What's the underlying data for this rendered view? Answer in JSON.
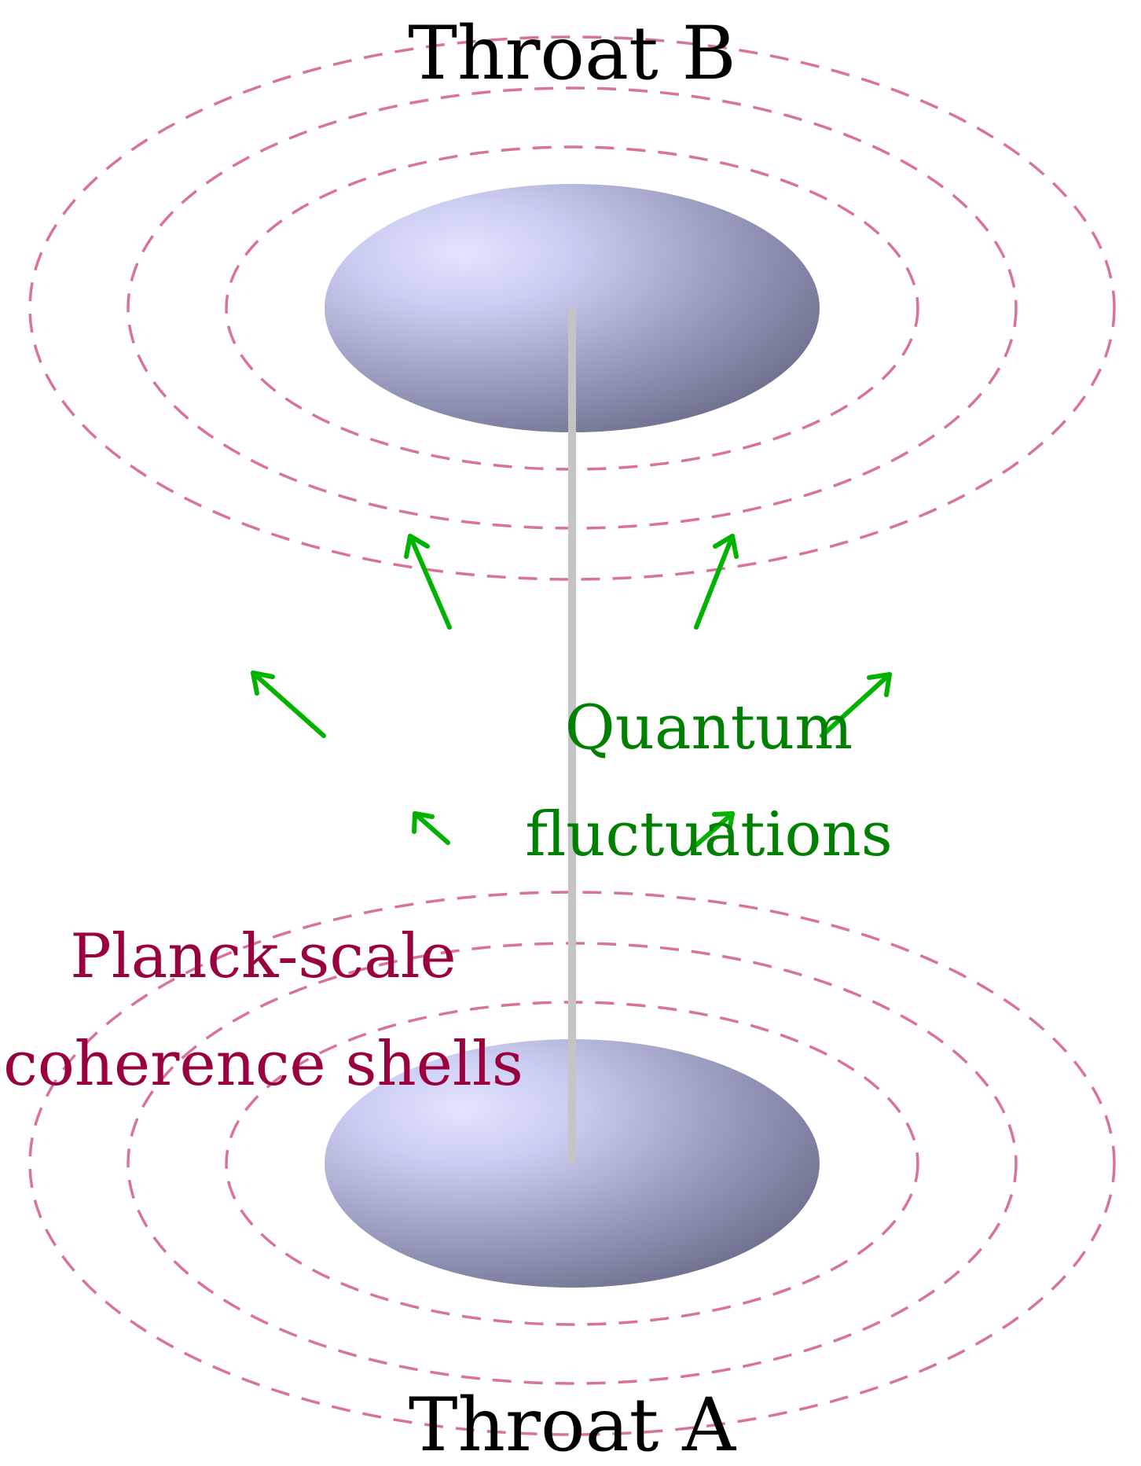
{
  "labels": {
    "throat_top": "Throat B",
    "throat_bottom": "Throat A",
    "quantum_line1": "Quantum",
    "quantum_line2": "fluctuations",
    "planck_line1": "Planck-scale",
    "planck_line2": "coherence shells"
  },
  "colors": {
    "shell": "#d97399",
    "arrow": "#00b300",
    "quantum_text": "#008000",
    "planck_text": "#99003d",
    "throat_highlight": "#dfe0ff",
    "throat_mid": "#a9accd",
    "throat_shadow": "#6e7090",
    "bridge": "#c4c4c4",
    "text": "#000000"
  },
  "structure": {
    "throats": [
      "throat-b",
      "throat-a"
    ],
    "shells_per_throat": 3,
    "fluctuation_arrows": 6
  }
}
